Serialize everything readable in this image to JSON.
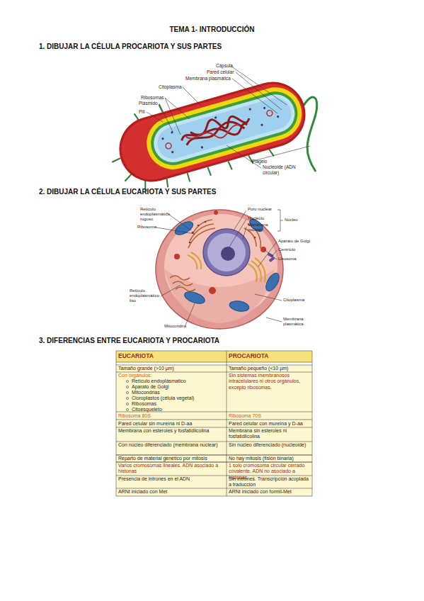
{
  "diagram": {
    "title": "TEMA 1- INTRODUCCIÓN",
    "labels": [
      "1. DIBUJAR LA CÉLULA PROCARIOTA Y SUS PARTES",
      "Cápsula",
      "Pared celular",
      "Membrana plasmática",
      "Citoplasma",
      "Ribosomas",
      "Plásmido",
      "Pili",
      "Flagelo",
      "Nucleoide (ADN circular)",
      "2. DIBUJAR LA CÉLULA EUCARIOTA Y SUS PARTES",
      "Retículo endoplasmático rugoso",
      "Ribosoma",
      "Poro nuclear",
      "Nucléolo",
      "Membrana nuclear",
      "Núcleo",
      "Aparato de Golgi",
      "Centríolo",
      "Lisosoma",
      "Citoplasma",
      "Membrana plasmática",
      "Retículo endoplasmático liso",
      "Mitocondria",
      "3. DIFERENCIAS ENTRE EUCARIOTA Y PROCARIOTA",
      "EUCARIOTA",
      "PROCARIOTA",
      "Tamaño grande (>10 µm)",
      "Tamaño pequeño (<10 µm)",
      "Con orgánulos:",
      "Retículo endoplásmatico",
      "Aparato de Golgi",
      "Mitocondrias",
      "Cloroplastos (célula vegetal)",
      "Ribosomas",
      "Citoesqueleto",
      "Sin sistemas membranosos intracelulares ni otros orgánulos, excepto ribosomas.",
      "Ribosoma 80S",
      "Ribosoma 70S",
      "Pared celular sin mureína ni D-aa",
      "Pared celular con mureína y D-aa",
      "Membrana con esteroles y fosfatidilcolina",
      "Membrana sin esteroles ni fosfatidilcolina",
      "Con núcleo diferenciado (membrana nuclear)",
      "Sin núcleo diferenciado (nucleoide)",
      "Reparto de material genético por mitosis",
      "No hay mitosis (fisión binaria)",
      "Varios cromosomas lineales. ADN asociado a histonas",
      "1 solo cromosoma circular cerrado covalente. ADN no asociado a histonas",
      "Presencia de intrones en el ADN",
      "Sin intrones. Transcripción acoplada a traducción",
      "ARNt iniciado con Met",
      "ARNt iniciado con formil-Met"
    ]
  }
}
